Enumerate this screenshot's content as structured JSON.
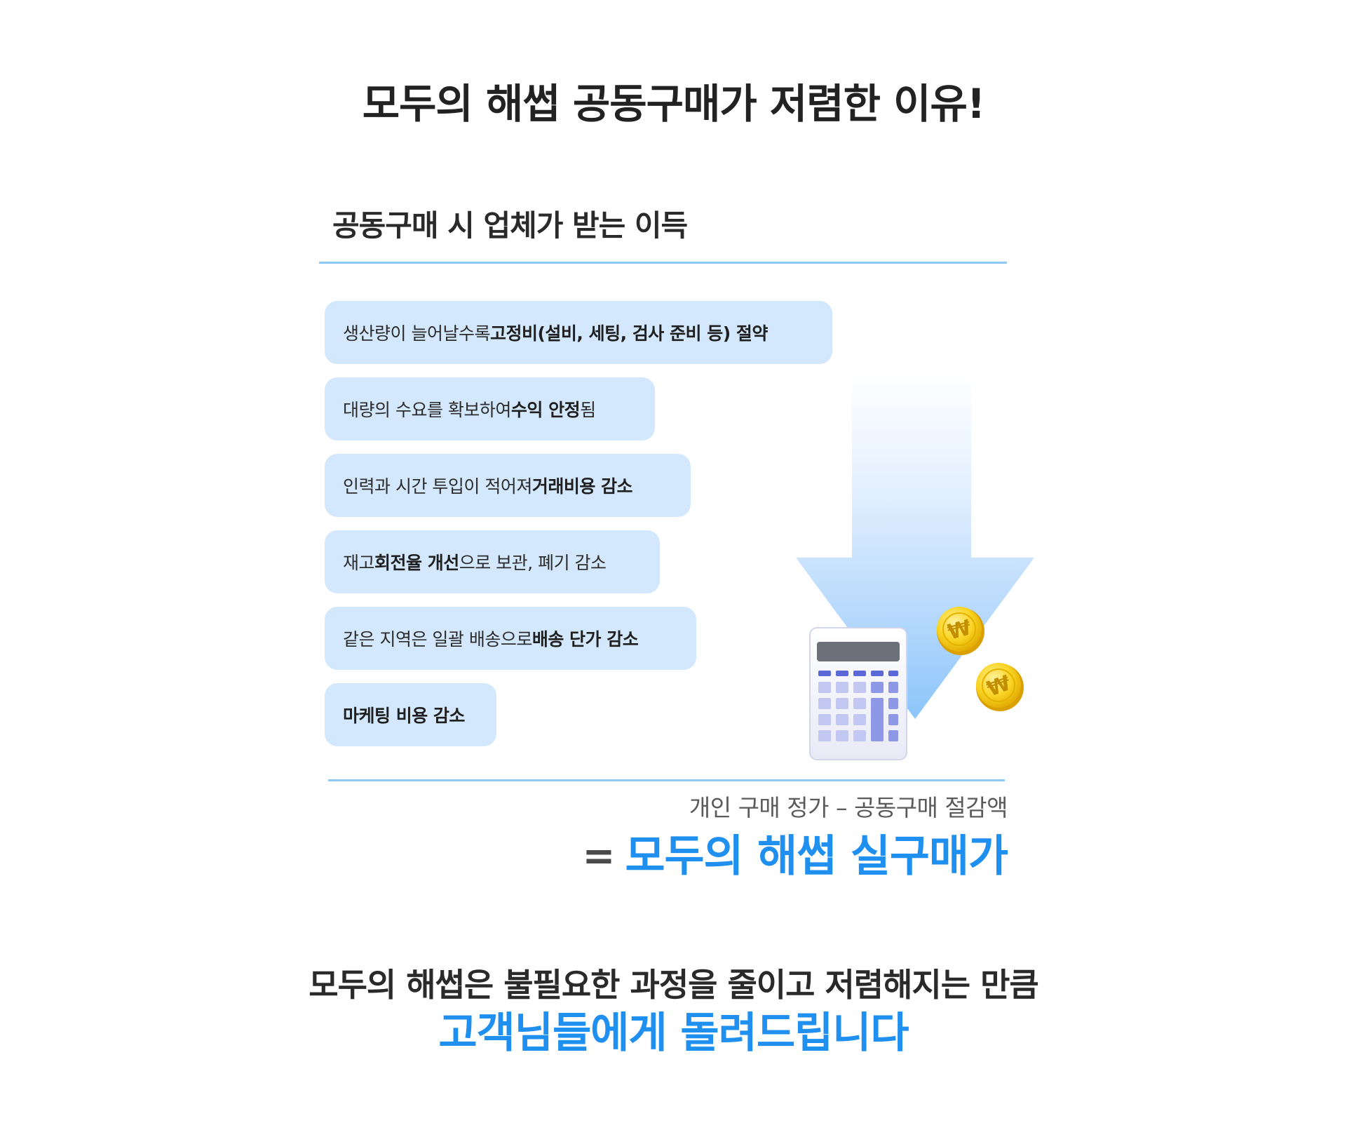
{
  "title": "모두의 해썹 공동구매가 저렴한 이유!",
  "section_heading": "공동구매 시 업체가 받는 이득",
  "benefits": [
    {
      "pre": "생산량이 늘어날수록 ",
      "bold": "고정비(설비, 세팅, 검사 준비 등) 절약",
      "post": ""
    },
    {
      "pre": "대량의 수요를 확보하여 ",
      "bold": "수익 안정",
      "post": "됨"
    },
    {
      "pre": "인력과 시간 투입이 적어져 ",
      "bold": "거래비용 감소",
      "post": ""
    },
    {
      "pre": "재고 ",
      "bold": "회전율 개선",
      "post": "으로 보관, 폐기 감소"
    },
    {
      "pre": "같은 지역은 일괄 배송으로 ",
      "bold": "배송 단가 감소",
      "post": ""
    },
    {
      "pre": "",
      "bold": "마케팅 비용 감소",
      "post": ""
    }
  ],
  "formula": {
    "text": "개인 구매 정가 – 공동구매 절감액",
    "equals": "=",
    "result": "모두의 해썹 실구매가"
  },
  "closing": {
    "line1": "모두의 해썹은 불필요한 과정을 줄이고 저렴해지는 만큼",
    "line2": "고객님들에게 돌려드립니다"
  },
  "illustration": {
    "arrow_icon": "down-arrow-icon",
    "calculator_icon": "calculator-icon",
    "coin_icon": "won-coin-icon",
    "coin_symbol": "₩"
  },
  "colors": {
    "accent": "#1f8ff0",
    "pill_bg": "#d4e8fd",
    "divider": "#8cc9f7",
    "coin": "#f5c518"
  }
}
